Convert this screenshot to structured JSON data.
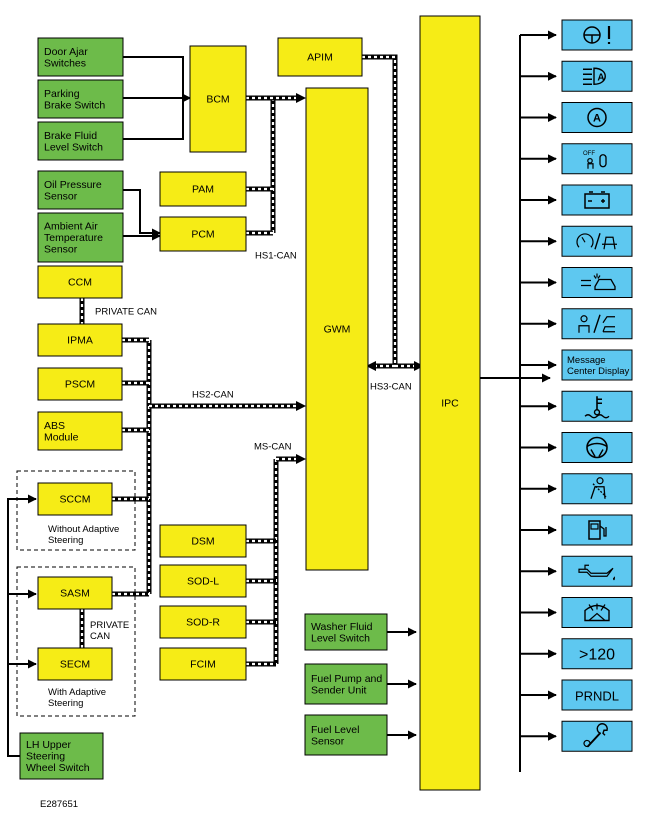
{
  "figure_id": "E287651",
  "colors": {
    "module_fill": "#f6ec16",
    "input_fill": "#6dbb4a",
    "indicator_fill": "#5ec8f0",
    "line": "#000000"
  },
  "modules": {
    "bcm": "BCM",
    "apim": "APIM",
    "pam": "PAM",
    "pcm": "PCM",
    "ccm": "CCM",
    "ipma": "IPMA",
    "pscm": "PSCM",
    "abs": [
      "ABS",
      "Module"
    ],
    "sccm": "SCCM",
    "sasm": "SASM",
    "secm": "SECM",
    "dsm": "DSM",
    "sodl": "SOD-L",
    "sodr": "SOD-R",
    "fcim": "FCIM",
    "gwm": "GWM",
    "ipc": "IPC"
  },
  "inputs": {
    "door_ajar": [
      "Door Ajar",
      "Switches"
    ],
    "parking_brake": [
      "Parking",
      "Brake Switch"
    ],
    "brake_fluid": [
      "Brake Fluid",
      "Level Switch"
    ],
    "oil_pressure": [
      "Oil Pressure",
      "Sensor"
    ],
    "ambient_air": [
      "Ambient Air",
      "Temperature",
      "Sensor"
    ],
    "washer_fluid": [
      "Washer Fluid",
      "Level Switch"
    ],
    "fuel_pump": [
      "Fuel Pump and",
      "Sender Unit"
    ],
    "fuel_level": [
      "Fuel Level",
      "Sensor"
    ],
    "lh_upper": [
      "LH Upper",
      "Steering",
      "Wheel Switch"
    ]
  },
  "network_labels": {
    "hs1": "HS1-CAN",
    "hs2": "HS2-CAN",
    "hs3": "HS3-CAN",
    "ms": "MS-CAN",
    "private_top": "PRIVATE CAN",
    "private_bottom": [
      "PRIVATE",
      "CAN"
    ]
  },
  "group_labels": {
    "without_adaptive": [
      "Without Adaptive",
      "Steering"
    ],
    "with_adaptive": [
      "With Adaptive",
      "Steering"
    ]
  },
  "indicators": [
    {
      "icon": "steering-warning-icon"
    },
    {
      "icon": "auto-high-beam-icon"
    },
    {
      "icon": "auto-start-stop-icon"
    },
    {
      "icon": "airbag-off-icon"
    },
    {
      "icon": "battery-icon"
    },
    {
      "icon": "cruise-control-lane-icon"
    },
    {
      "icon": "front-collision-icon"
    },
    {
      "icon": "driver-alert-icon"
    },
    {
      "text": [
        "Message",
        "Center Display"
      ]
    },
    {
      "icon": "coolant-temperature-icon"
    },
    {
      "icon": "steering-wheel-icon"
    },
    {
      "icon": "seatbelt-icon"
    },
    {
      "icon": "fuel-icon"
    },
    {
      "icon": "oil-pressure-icon"
    },
    {
      "icon": "washer-fluid-icon"
    },
    {
      "text": [
        ">120"
      ]
    },
    {
      "text": [
        "PRNDL"
      ]
    },
    {
      "icon": "service-wrench-icon"
    }
  ]
}
